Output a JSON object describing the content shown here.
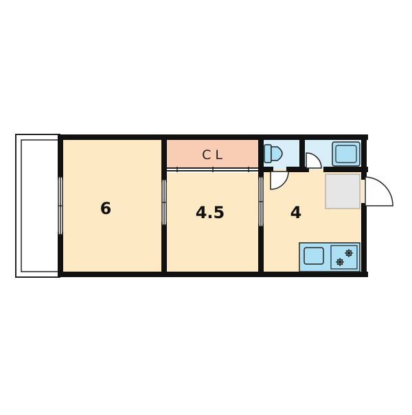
{
  "floor_plan": {
    "rooms": {
      "western_room": {
        "label": "6"
      },
      "middle_room": {
        "label": "4.5"
      },
      "kitchen_room": {
        "label": "4"
      },
      "closet": {
        "label": "CL"
      }
    },
    "colors": {
      "floor": "#fde9c4",
      "closet_floor": "#f9cdb4",
      "wet_area": "#d8eef9",
      "fixture_fill": "#aee0f5",
      "wall": "#111111",
      "balcony": "#ffffff",
      "washer_space": "#e6e6e6"
    },
    "icons": [
      "toilet-icon",
      "bathtub-icon",
      "sink-icon",
      "gas-stove-icon",
      "door-swing-icon",
      "sliding-window-icon"
    ]
  }
}
